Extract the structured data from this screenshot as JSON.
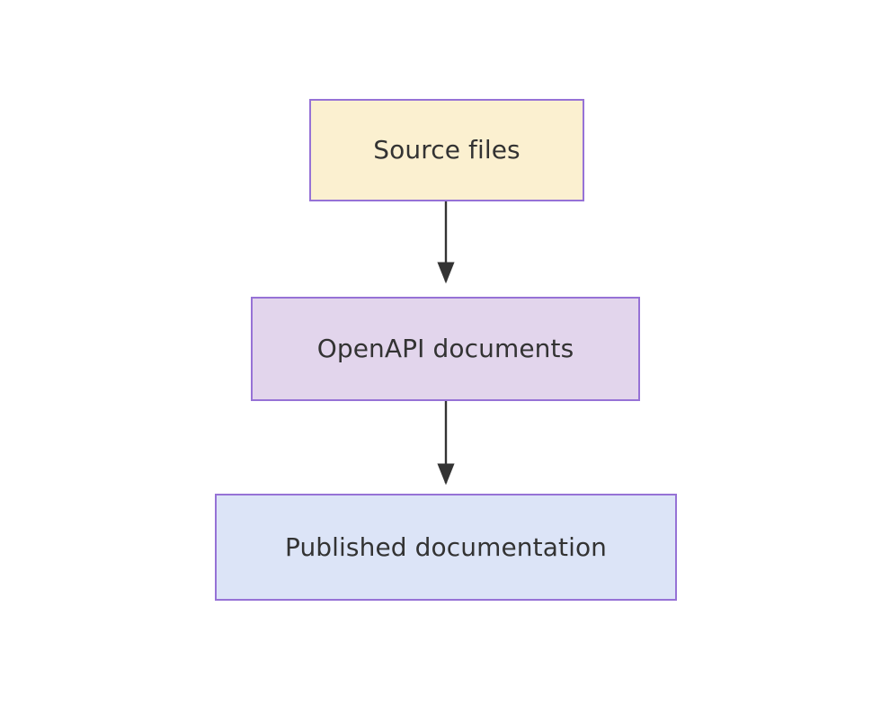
{
  "diagram": {
    "type": "flowchart",
    "direction": "top-to-bottom",
    "background_color": "#ffffff",
    "nodes": [
      {
        "id": "source-files",
        "label": "Source files",
        "fill_color": "#fbf0d0",
        "border_color": "#9672d6",
        "text_color": "#333333"
      },
      {
        "id": "openapi-documents",
        "label": "OpenAPI documents",
        "fill_color": "#e2d5ec",
        "border_color": "#9672d6",
        "text_color": "#333333"
      },
      {
        "id": "published-documentation",
        "label": "Published documentation",
        "fill_color": "#dce4f7",
        "border_color": "#9672d6",
        "text_color": "#333333"
      }
    ],
    "edges": [
      {
        "id": "edge-source-to-openapi",
        "from": "source-files",
        "to": "openapi-documents",
        "label": "",
        "color": "#333333",
        "arrowhead": "triangle"
      },
      {
        "id": "edge-openapi-to-published",
        "from": "openapi-documents",
        "to": "published-documentation",
        "label": "",
        "color": "#333333",
        "arrowhead": "triangle"
      }
    ]
  }
}
